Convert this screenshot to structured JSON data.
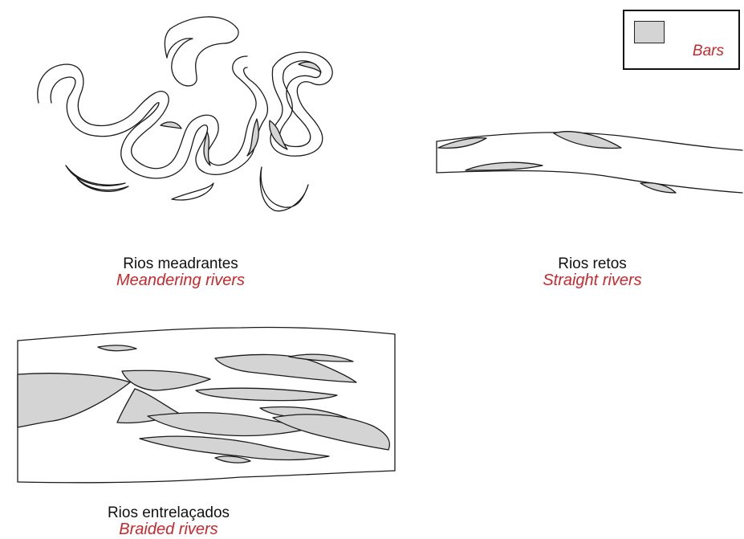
{
  "legend": {
    "label": "Bars",
    "swatch_color": "#d4d4d4"
  },
  "captions": {
    "meandering": {
      "pt": "Rios meadrantes",
      "en": "Meandering rivers"
    },
    "straight": {
      "pt": "Rios retos",
      "en": "Straight rivers"
    },
    "braided": {
      "pt": "Rios entrelaçados",
      "en": "Braided rivers"
    }
  },
  "colors": {
    "bar_fill": "#d4d4d4",
    "outline": "#1a1a1a",
    "label_red": "#c8282d"
  }
}
